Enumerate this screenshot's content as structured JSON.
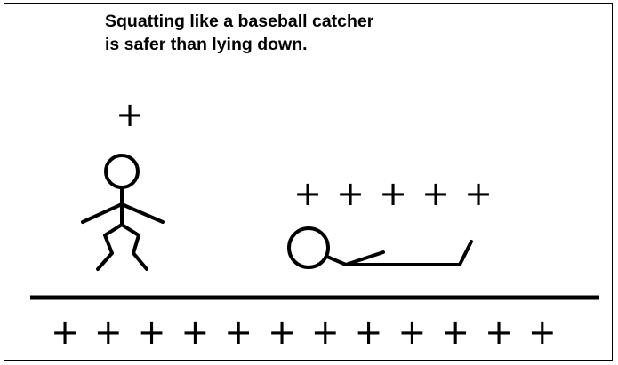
{
  "caption": {
    "line1": "Squatting like a baseball catcher",
    "line2": "is safer than lying down."
  },
  "symbols": {
    "plus": "+"
  },
  "figures": {
    "squatting_person": {
      "plus_count": 1,
      "icon": "squatting-stick-figure-icon"
    },
    "lying_person": {
      "plus_count": 5,
      "icon": "lying-stick-figure-icon"
    },
    "ground": {
      "plus_count": 12,
      "icon": "ground-line"
    }
  },
  "colors": {
    "ink": "#000000",
    "background": "#ffffff"
  }
}
